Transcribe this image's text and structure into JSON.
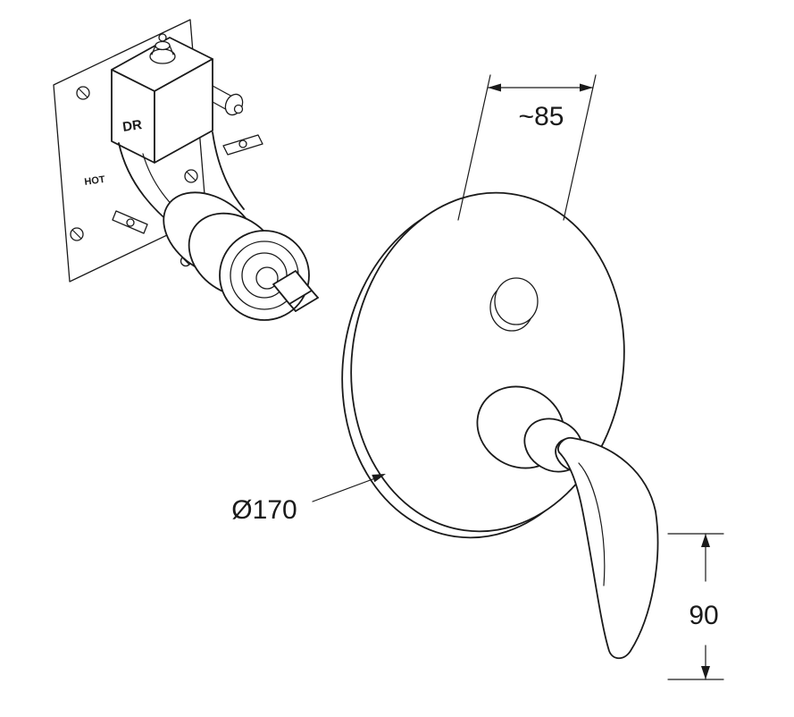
{
  "figure": {
    "kind": "technical-line-drawing"
  },
  "colors": {
    "line": "#1a1a1a",
    "background": "#ffffff"
  },
  "dimensions": {
    "plate_depth": "~85",
    "plate_diameter": "Ø170",
    "handle_length": "90"
  },
  "valve_markings": {
    "drain": "DR",
    "hot": "HOT"
  }
}
